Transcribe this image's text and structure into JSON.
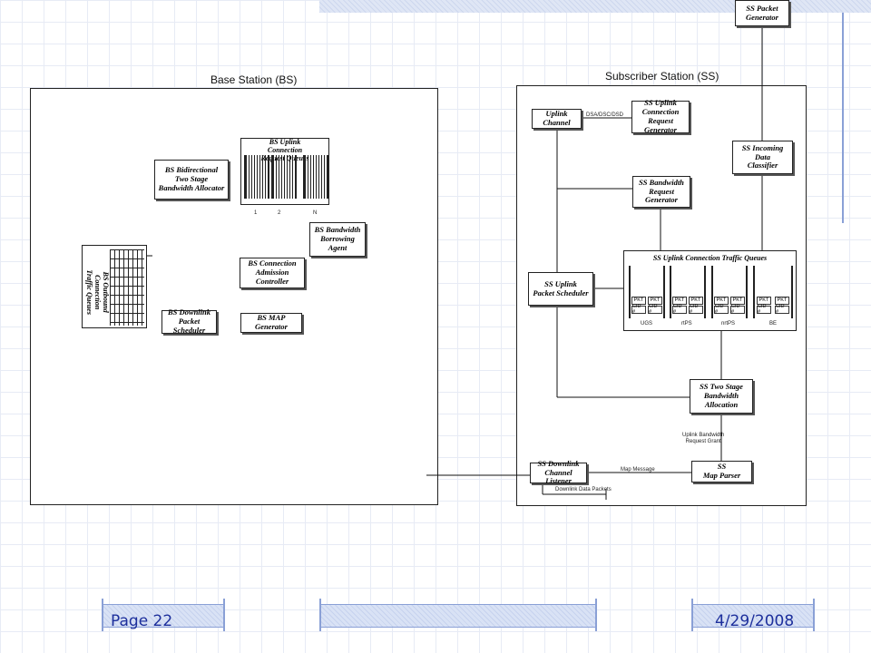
{
  "bs_title": "Base Station (BS)",
  "ss_title": "Subscriber Station (SS)",
  "bs": {
    "uplink_queues": "BS Uplink\nConnection\nRequest Queues",
    "queue_numbers": [
      "1",
      "2",
      "N"
    ],
    "bidirectional": "BS Bidirectional\nTwo Stage\nBandwidth Allocator",
    "borrowing": "BS Bandwidth\nBorrowing Agent",
    "admission": "BS Connection\nAdmission Controller",
    "map_gen": "BS MAP Generator",
    "downlink_sched": "BS Downlink\nPacket Scheduler",
    "outbound": "BS Outbound\nConnection\nTraffic Queues"
  },
  "ss": {
    "packet_gen": "SS Packet\nGenerator",
    "uplink_channel": "Uplink Channel",
    "dsa_label": "DSA/DSC/DSD",
    "uplink_conn_req": "SS Uplink\nConnection\nRequest Generator",
    "bw_req": "SS Bandwidth\nRequest Generator",
    "incoming": "SS Incoming Data\nClassifier",
    "traffic_queues": "SS Uplink Connection Traffic Queues",
    "pkt": "PKT",
    "cid": "CID #",
    "queue_labels": [
      "UGS",
      "rtPS",
      "nrtPS",
      "BE"
    ],
    "uplink_sched": "SS Uplink\nPacket Scheduler",
    "two_stage": "SS Two Stage\nBandwidth Allocation",
    "grant_label": "Uplink Bandwidth\nRequest Grant",
    "map_parser": "SS\nMap Parser",
    "map_msg": "Map Message",
    "dl_listener": "SS Downlink\nChannel Listener",
    "dl_packets": "Downlink Data Packets"
  },
  "footer": {
    "page": "Page 22",
    "date": "4/29/2008"
  },
  "colors": {
    "accent_blue": "#8aa0d6",
    "footer_text": "#1d2f9c"
  }
}
